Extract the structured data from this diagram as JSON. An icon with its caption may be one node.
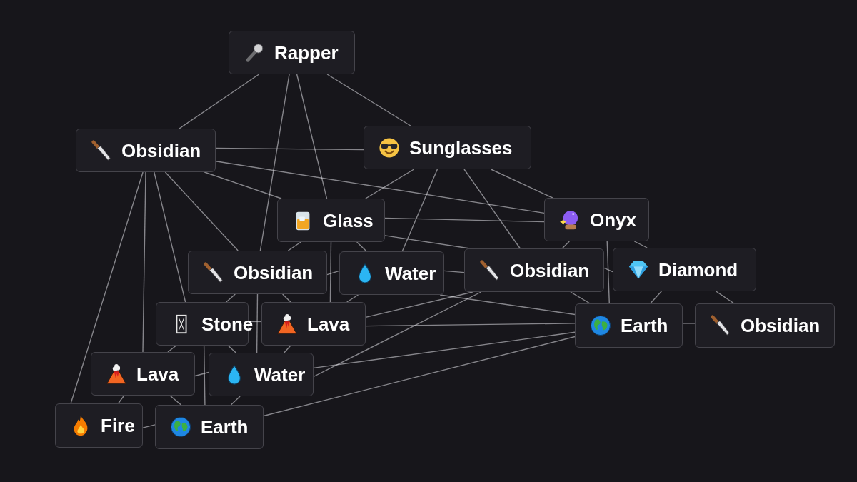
{
  "diagram": {
    "nodes": [
      {
        "text": [
          "Rapper"
        ]
      },
      {
        "text": [
          "Obsidian"
        ]
      },
      {
        "text": [
          "Sunglasses"
        ]
      },
      {
        "text": [
          "Glass"
        ]
      },
      {
        "text": [
          "Onyx"
        ]
      },
      {
        "text": [
          "Obsidian"
        ]
      },
      {
        "text": [
          "Water"
        ]
      },
      {
        "text": [
          "Obsidian"
        ]
      },
      {
        "text": [
          "Diamond"
        ]
      },
      {
        "text": [
          "Stone"
        ]
      },
      {
        "text": [
          "Lava"
        ]
      },
      {
        "text": [
          "Earth"
        ]
      },
      {
        "text": [
          "Obsidian"
        ]
      },
      {
        "text": [
          "Lava"
        ]
      },
      {
        "text": [
          "Water"
        ]
      },
      {
        "text": [
          "Fire"
        ]
      },
      {
        "text": [
          "Earth"
        ]
      }
    ],
    "edges": [
      {
        "from": 0,
        "to": 1,
        "arrow": "none"
      },
      {
        "from": 0,
        "to": 2,
        "arrow": "none"
      },
      {
        "from": 0,
        "to": 3,
        "arrow": "none"
      },
      {
        "from": 0,
        "to": 5,
        "arrow": "none"
      },
      {
        "from": 1,
        "to": 2,
        "arrow": "none"
      },
      {
        "from": 1,
        "to": 3,
        "arrow": "none"
      },
      {
        "from": 1,
        "to": 4,
        "arrow": "none"
      },
      {
        "from": 1,
        "to": 5,
        "arrow": "none"
      },
      {
        "from": 1,
        "to": 9,
        "arrow": "none"
      },
      {
        "from": 1,
        "to": 13,
        "arrow": "none"
      },
      {
        "from": 1,
        "to": 15,
        "arrow": "none"
      },
      {
        "from": 2,
        "to": 3,
        "arrow": "none"
      },
      {
        "from": 2,
        "to": 4,
        "arrow": "none"
      },
      {
        "from": 2,
        "to": 6,
        "arrow": "none"
      },
      {
        "from": 2,
        "to": 7,
        "arrow": "none"
      },
      {
        "from": 3,
        "to": 4,
        "arrow": "none"
      },
      {
        "from": 3,
        "to": 5,
        "arrow": "none"
      },
      {
        "from": 3,
        "to": 6,
        "arrow": "none"
      },
      {
        "from": 3,
        "to": 7,
        "arrow": "none"
      },
      {
        "from": 3,
        "to": 10,
        "arrow": "none"
      },
      {
        "from": 4,
        "to": 7,
        "arrow": "none"
      },
      {
        "from": 4,
        "to": 8,
        "arrow": "none"
      },
      {
        "from": 4,
        "to": 11,
        "arrow": "none"
      },
      {
        "from": 5,
        "to": 6,
        "arrow": "none"
      },
      {
        "from": 5,
        "to": 9,
        "arrow": "none"
      },
      {
        "from": 5,
        "to": 10,
        "arrow": "none"
      },
      {
        "from": 5,
        "to": 14,
        "arrow": "none"
      },
      {
        "from": 6,
        "to": 7,
        "arrow": "none"
      },
      {
        "from": 6,
        "to": 10,
        "arrow": "none"
      },
      {
        "from": 6,
        "to": 11,
        "arrow": "none"
      },
      {
        "from": 7,
        "to": 8,
        "arrow": "none"
      },
      {
        "from": 7,
        "to": 10,
        "arrow": "none"
      },
      {
        "from": 7,
        "to": 11,
        "arrow": "none"
      },
      {
        "from": 7,
        "to": 14,
        "arrow": "none"
      },
      {
        "from": 8,
        "to": 11,
        "arrow": "none"
      },
      {
        "from": 8,
        "to": 12,
        "arrow": "none"
      },
      {
        "from": 9,
        "to": 10,
        "arrow": "none"
      },
      {
        "from": 9,
        "to": 13,
        "arrow": "none"
      },
      {
        "from": 9,
        "to": 14,
        "arrow": "none"
      },
      {
        "from": 9,
        "to": 16,
        "arrow": "none"
      },
      {
        "from": 10,
        "to": 11,
        "arrow": "none"
      },
      {
        "from": 10,
        "to": 14,
        "arrow": "none"
      },
      {
        "from": 11,
        "to": 12,
        "arrow": "none"
      },
      {
        "from": 11,
        "to": 14,
        "arrow": "none"
      },
      {
        "from": 11,
        "to": 16,
        "arrow": "none"
      },
      {
        "from": 13,
        "to": 14,
        "arrow": "none"
      },
      {
        "from": 13,
        "to": 15,
        "arrow": "none"
      },
      {
        "from": 13,
        "to": 16,
        "arrow": "none"
      },
      {
        "from": 14,
        "to": 16,
        "arrow": "none"
      },
      {
        "from": 15,
        "to": 16,
        "arrow": "none"
      }
    ]
  }
}
